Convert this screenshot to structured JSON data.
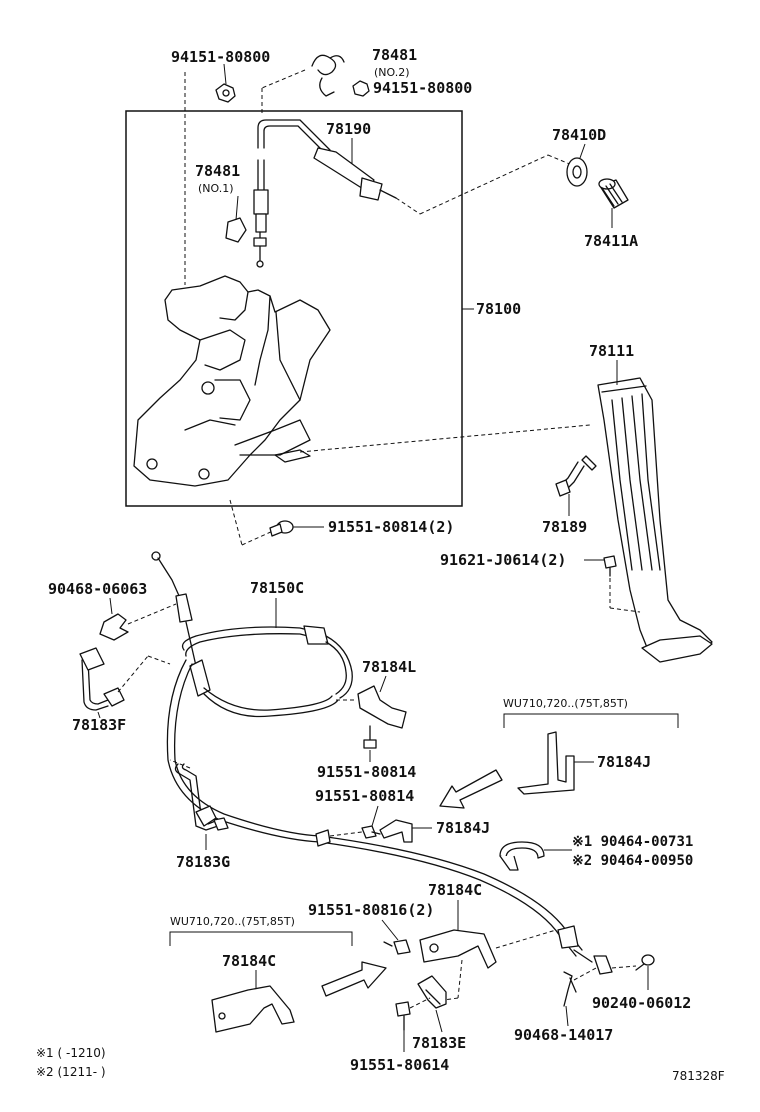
{
  "labels": {
    "p94151_80800_top": "94151-80800",
    "p78481_no2": "78481",
    "p78481_no2_sub": "(NO.2)",
    "p94151_80800_right": "94151-80800",
    "p78190": "78190",
    "p78410D": "78410D",
    "p78481_no1": "78481",
    "p78481_no1_sub": "(NO.1)",
    "p78411A": "78411A",
    "p78100": "78100",
    "p78111": "78111",
    "p78189": "78189",
    "p91551_80814_2": "91551-80814(2)",
    "p91621_J0614_2": "91621-J0614(2)",
    "p90468_06063": "90468-06063",
    "p78150C": "78150C",
    "p78183F": "78183F",
    "p78184L": "78184L",
    "p91551_80814_a": "91551-80814",
    "p91551_80814_b": "91551-80814",
    "p78184J_a": "78184J",
    "p78184J_b": "78184J",
    "p78183G": "78183G",
    "p90464_00731": "※1 90464-00731",
    "p90464_00950": "※2 90464-00950",
    "p78184C_a": "78184C",
    "p91551_80816_2": "91551-80816(2)",
    "p78184C_b": "78184C",
    "p90240_06012": "90240-06012",
    "p78183E": "78183E",
    "p90468_14017": "90468-14017",
    "p91551_80614": "91551-80614",
    "p_variant_right": "WU710,720..(75T,85T)",
    "p_variant_left": "WU710,720..(75T,85T)"
  },
  "notes": {
    "note1": "※1 (    -1210)",
    "note2": "※2 (1211-    )",
    "diagram_code": "781328F"
  }
}
